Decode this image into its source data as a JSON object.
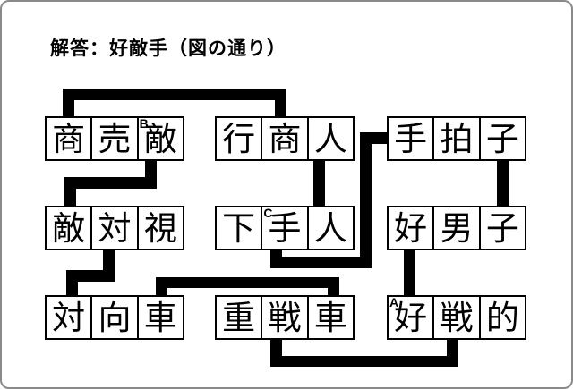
{
  "title": "解答：好敵手（図の通り）",
  "answer_word": "好敵手",
  "colors": {
    "background": "#ffffff",
    "frame_border": "#8a8a8a",
    "box_border": "#000000",
    "line": "#000000",
    "text": "#000000"
  },
  "figure": {
    "words": [
      {
        "text": "商売敵",
        "row": 0,
        "col": 0,
        "chars": [
          "商",
          "売",
          "敵"
        ],
        "markers": {
          "2": "B"
        }
      },
      {
        "text": "行商人",
        "row": 0,
        "col": 1,
        "chars": [
          "行",
          "商",
          "人"
        ],
        "markers": {}
      },
      {
        "text": "手拍子",
        "row": 0,
        "col": 2,
        "chars": [
          "手",
          "拍",
          "子"
        ],
        "markers": {}
      },
      {
        "text": "敵対視",
        "row": 1,
        "col": 0,
        "chars": [
          "敵",
          "対",
          "視"
        ],
        "markers": {}
      },
      {
        "text": "下手人",
        "row": 1,
        "col": 1,
        "chars": [
          "下",
          "手",
          "人"
        ],
        "markers": {
          "1": "C"
        }
      },
      {
        "text": "好男子",
        "row": 1,
        "col": 2,
        "chars": [
          "好",
          "男",
          "子"
        ],
        "markers": {}
      },
      {
        "text": "対向車",
        "row": 2,
        "col": 0,
        "chars": [
          "対",
          "向",
          "車"
        ],
        "markers": {}
      },
      {
        "text": "重戦車",
        "row": 2,
        "col": 1,
        "chars": [
          "重",
          "戦",
          "車"
        ],
        "markers": {}
      },
      {
        "text": "好戦的",
        "row": 2,
        "col": 2,
        "chars": [
          "好",
          "戦",
          "的"
        ],
        "markers": {
          "0": "A"
        }
      }
    ],
    "connectors": [
      {
        "from": "商売敵:商",
        "to": "行商人:商",
        "segments": [
          [
            68,
            97,
            13,
            33
          ],
          [
            68,
            97,
            250,
            13
          ],
          [
            305,
            97,
            13,
            33
          ]
        ]
      },
      {
        "from": "商売敵:敵",
        "to": "敵対視:敵",
        "segments": [
          [
            160,
            176,
            13,
            33
          ],
          [
            70,
            196,
            103,
            13
          ],
          [
            70,
            196,
            13,
            34
          ]
        ]
      },
      {
        "from": "行商人:人",
        "to": "下手人:人",
        "segments": [
          [
            348,
            176,
            13,
            54
          ]
        ]
      },
      {
        "from": "手拍子:手",
        "to": "下手人:手",
        "segments": [
          [
            413,
            146,
            19,
            13
          ],
          [
            400,
            146,
            13,
            152
          ],
          [
            300,
            285,
            113,
            13
          ],
          [
            300,
            276,
            13,
            22
          ]
        ]
      },
      {
        "from": "手拍子:子",
        "to": "好男子:子",
        "segments": [
          [
            553,
            176,
            14,
            54
          ]
        ]
      },
      {
        "from": "敵対視:対",
        "to": "対向車:対",
        "segments": [
          [
            113,
            276,
            13,
            37
          ],
          [
            72,
            300,
            54,
            13
          ],
          [
            72,
            300,
            13,
            30
          ]
        ]
      },
      {
        "from": "好男子:好",
        "to": "好戦的:好",
        "segments": [
          [
            449,
            276,
            13,
            54
          ]
        ]
      },
      {
        "from": "対向車:車",
        "to": "重戦車:車",
        "segments": [
          [
            172,
            308,
            13,
            22
          ],
          [
            172,
            308,
            205,
            12
          ],
          [
            364,
            308,
            13,
            22
          ]
        ]
      },
      {
        "from": "重戦車:戦",
        "to": "好戦的:戦",
        "segments": [
          [
            300,
            376,
            13,
            32
          ],
          [
            300,
            396,
            210,
            12
          ],
          [
            497,
            376,
            13,
            32
          ]
        ]
      }
    ]
  }
}
